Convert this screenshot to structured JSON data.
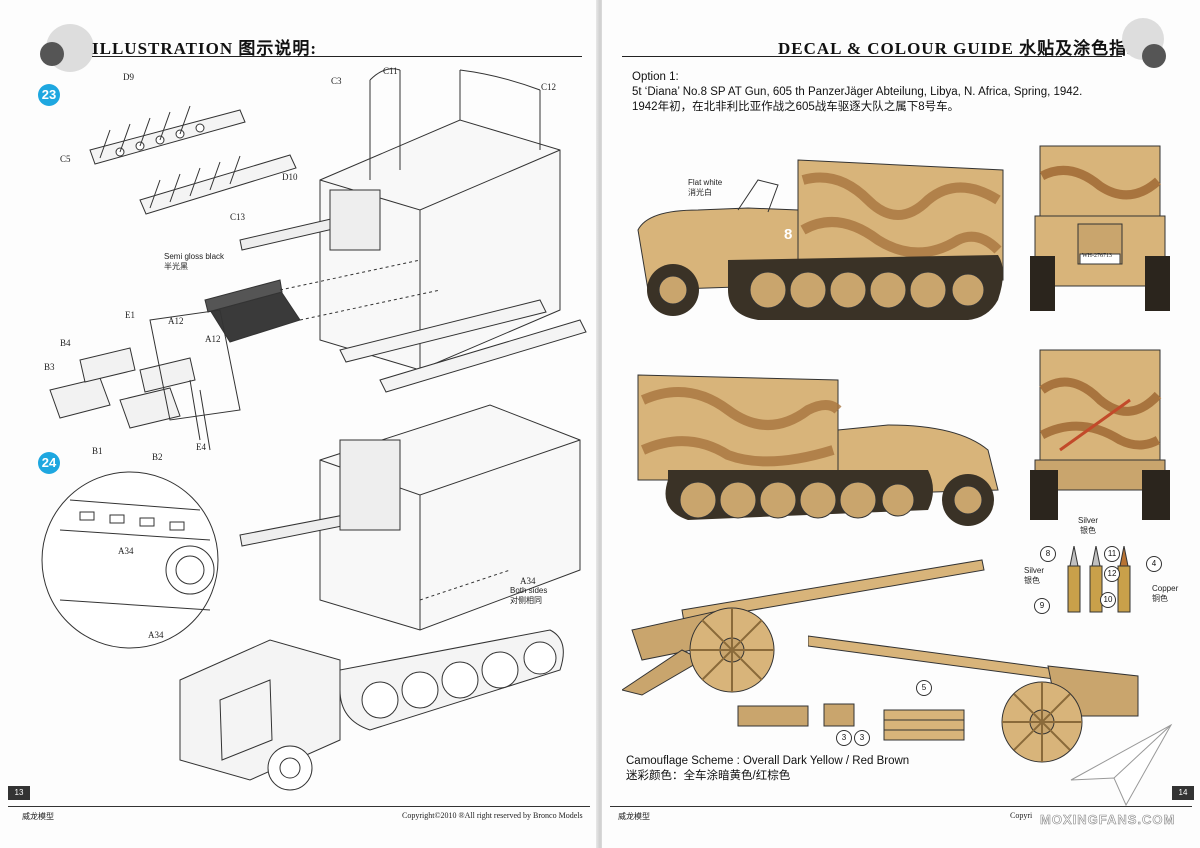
{
  "left_page": {
    "header_title": "ILLUSTRATION 图示说明:",
    "steps": [
      "23",
      "24"
    ],
    "part_labels": {
      "d9": "D9",
      "c5": "C5",
      "c13": "C13",
      "d10": "D10",
      "c3": "C3",
      "c11": "C11",
      "c12": "C12",
      "e1": "E1",
      "a12a": "A12",
      "a12b": "A12",
      "b4": "B4",
      "b3": "B3",
      "b1": "B1",
      "b2": "B2",
      "e4": "E4",
      "a34a": "A34",
      "a34b": "A34",
      "a34c": "A34"
    },
    "semi_gloss_en": "Semi gloss black",
    "semi_gloss_cn": "半光黑",
    "both_sides_en": "Both sides",
    "both_sides_cn": "对侧相同",
    "page_number": "13",
    "footer_left": "威龙模型",
    "footer_copyright": "Copyright©2010  ®All right reserved by Bronco Models"
  },
  "right_page": {
    "header_title": "DECAL & COLOUR GUIDE  水贴及涂色指示:",
    "option_line1": "Option 1:",
    "option_line2": "5t ‘Diana’ No.8 SP AT Gun, 605 th PanzerJäger Abteilung, Libya, N. Africa, Spring, 1942.",
    "option_line3": "1942年初，在北非利比亚作战之605战车驱逐大队之属下8号车。",
    "flat_white_en": "Flat white",
    "flat_white_cn": "消光白",
    "vehicle_number": "8",
    "plate": "WH-276713",
    "silver1_en": "Silver",
    "silver1_cn": "银色",
    "silver2_en": "Silver",
    "silver2_cn": "银色",
    "copper_en": "Copper",
    "copper_cn": "铜色",
    "callouts": {
      "c8": "8",
      "c11": "11",
      "c12": "12",
      "c4": "4",
      "c9": "9",
      "c10": "10",
      "c5": "5",
      "c3a": "3",
      "c3b": "3"
    },
    "camo_line1": "Camouflage Scheme : Overall Dark Yellow / Red Brown",
    "camo_line2": "迷彩颜色：全车涂暗黄色/红棕色",
    "page_number": "14",
    "footer_left": "威龙模型",
    "footer_copyright": "Copyri",
    "watermark": "MOXINGFANS.COM"
  },
  "colors": {
    "step_badge": "#1ea7e0",
    "dark_yellow": "#d8b47a",
    "red_brown": "#a8743e",
    "track": "#3a3226"
  }
}
